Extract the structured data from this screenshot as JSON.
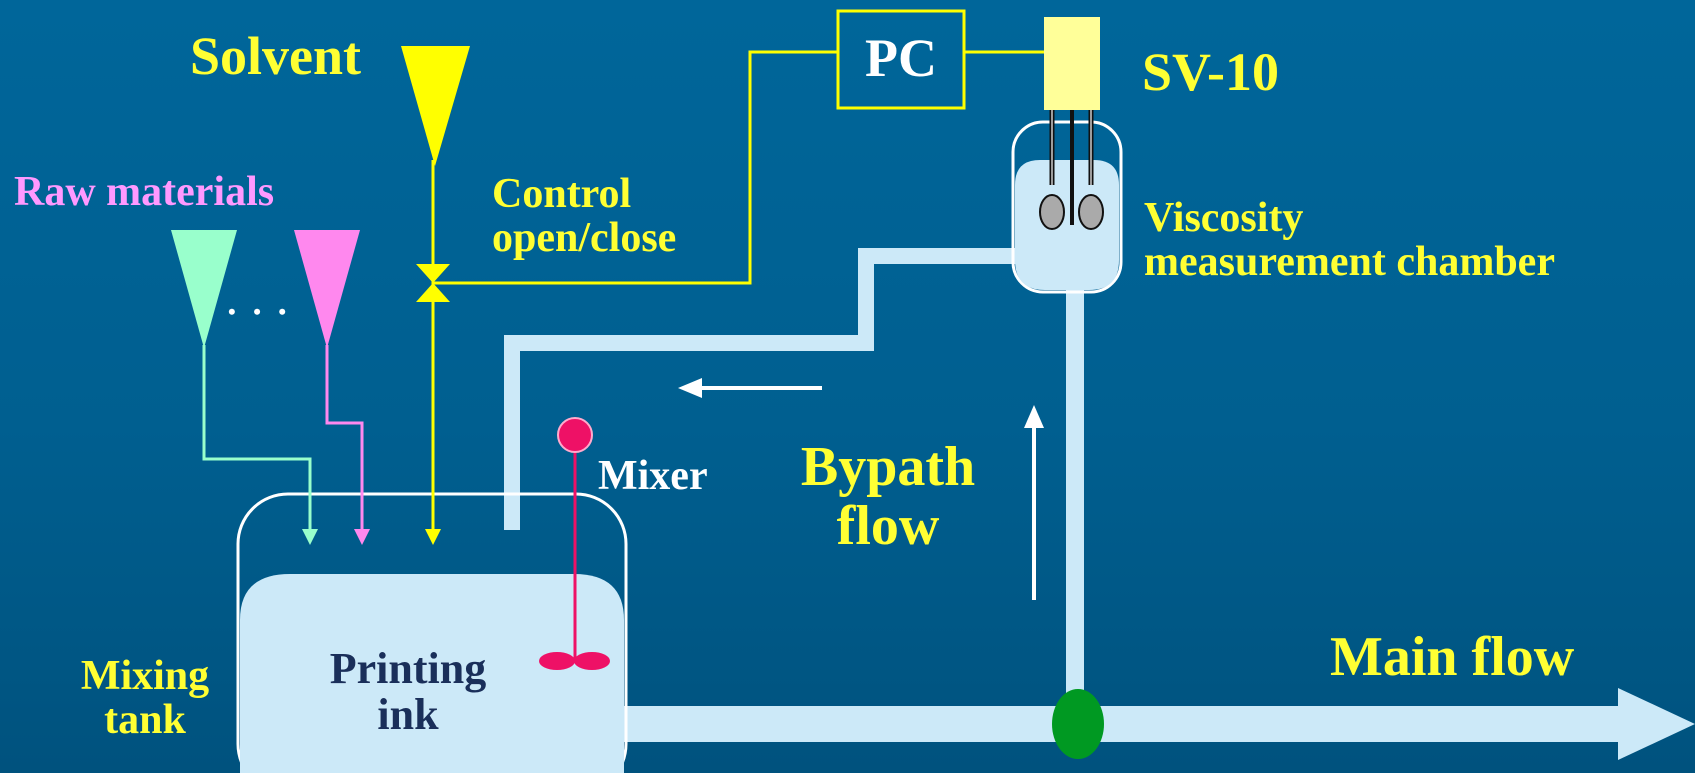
{
  "labels": {
    "solvent": "Solvent",
    "pc": "PC",
    "sv10": "SV-10",
    "raw_materials": "Raw materials",
    "ellipsis": "• • •",
    "control_line1": "Control",
    "control_line2": "open/close",
    "viscosity_line1": "Viscosity",
    "viscosity_line2": "measurement chamber",
    "mixer": "Mixer",
    "bypath_line1": "Bypath",
    "bypath_line2": "flow",
    "main_flow": "Main flow",
    "mixing_tank_line1": "Mixing",
    "mixing_tank_line2": "tank",
    "printing_ink_line1": "Printing",
    "printing_ink_line2": "ink"
  },
  "colors": {
    "background_top": "#00669a",
    "background_bottom": "#00527e",
    "label_yellow": "#ffff33",
    "label_pink": "#ff99ff",
    "label_white": "#ffffff",
    "label_navy": "#1a2f5a",
    "pipe": "#cce9f8",
    "mint_funnel": "#99ffcc",
    "pink_funnel": "#ff88ee",
    "solvent_funnel": "#ffff00",
    "mixer": "#ee1166",
    "sensor": "#ffff99",
    "junction": "#009922"
  }
}
